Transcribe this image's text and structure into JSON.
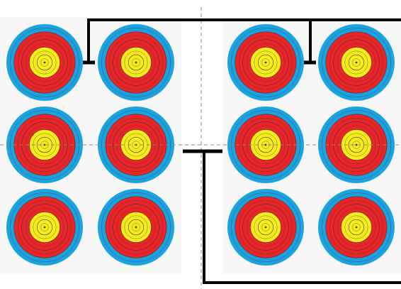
{
  "figure": {
    "target_faces": [
      {
        "panel": "left",
        "row": 1,
        "col": 1
      },
      {
        "panel": "left",
        "row": 1,
        "col": 2
      },
      {
        "panel": "left",
        "row": 2,
        "col": 1
      },
      {
        "panel": "left",
        "row": 2,
        "col": 2
      },
      {
        "panel": "left",
        "row": 3,
        "col": 1
      },
      {
        "panel": "left",
        "row": 3,
        "col": 2
      },
      {
        "panel": "right",
        "row": 1,
        "col": 1
      },
      {
        "panel": "right",
        "row": 1,
        "col": 2
      },
      {
        "panel": "right",
        "row": 2,
        "col": 1
      },
      {
        "panel": "right",
        "row": 2,
        "col": 2
      },
      {
        "panel": "right",
        "row": 3,
        "col": 1
      },
      {
        "panel": "right",
        "row": 3,
        "col": 2
      }
    ],
    "target_rings": [
      "blue",
      "red",
      "red",
      "yellow",
      "yellow"
    ],
    "colors": {
      "panel_background": "#f7f7f7",
      "blue": "#1aa3df",
      "red": "#e8262a",
      "yellow": "#f4ec1c",
      "ring_line": "#5a2a2a",
      "bracket": "#000000",
      "center_guide": "#8a8a8a"
    }
  }
}
